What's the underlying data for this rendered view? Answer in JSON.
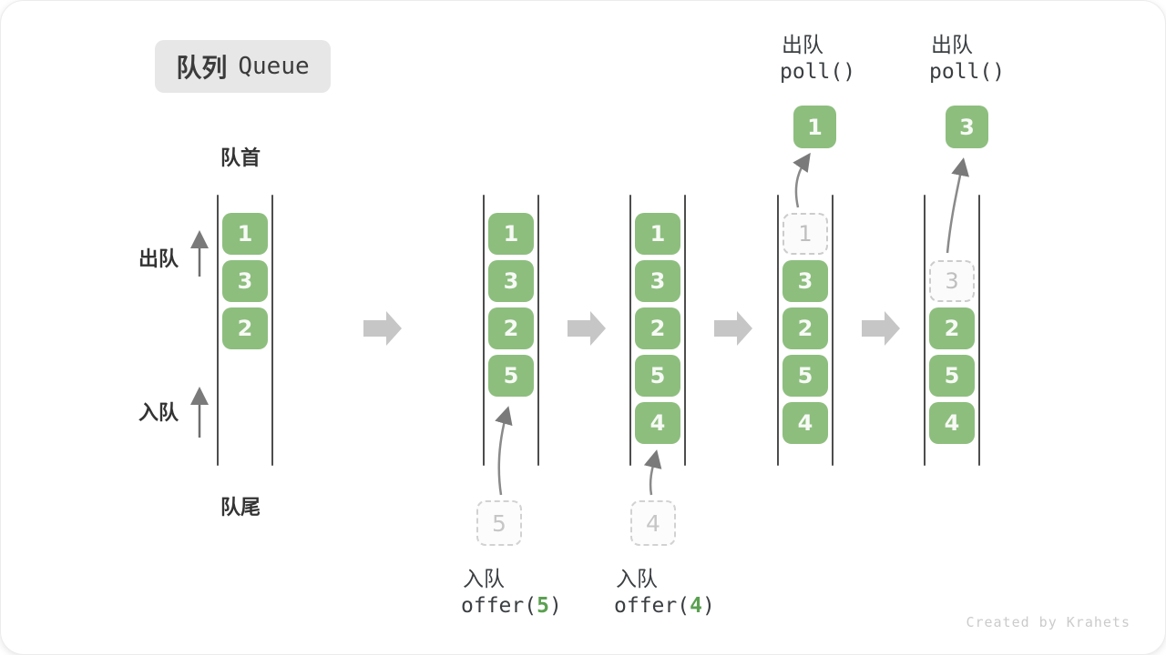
{
  "title": {
    "zh": "队列",
    "en": "Queue"
  },
  "side_labels": {
    "front": "队首",
    "rear": "队尾",
    "dequeue": "出队",
    "enqueue": "入队"
  },
  "queues": [
    {
      "boxes": [
        "1",
        "3",
        "2"
      ]
    },
    {
      "boxes": [
        "1",
        "3",
        "2",
        "5"
      ],
      "pending": "5",
      "op": {
        "name": "入队",
        "code_pre": "offer(",
        "code_val": "5",
        "code_post": ")"
      }
    },
    {
      "boxes": [
        "1",
        "3",
        "2",
        "5",
        "4"
      ],
      "pending": "4",
      "op": {
        "name": "入队",
        "code_pre": "offer(",
        "code_val": "4",
        "code_post": ")"
      }
    },
    {
      "dashed": "1",
      "boxes": [
        "3",
        "2",
        "5",
        "4"
      ],
      "polled": "1",
      "op": {
        "name": "出队",
        "code": "poll()"
      }
    },
    {
      "dashed": "3",
      "boxes": [
        "2",
        "5",
        "4"
      ],
      "polled": "3",
      "op": {
        "name": "出队",
        "code": "poll()"
      }
    }
  ],
  "colors": {
    "box_green": "#8dbe7e",
    "code_green": "#5ba051",
    "block_arrow_gray": "#c6c6c6",
    "queue_line": "#4d4d4d",
    "badge_bg": "#e7e7e7"
  },
  "watermark": "Created by Krahets"
}
